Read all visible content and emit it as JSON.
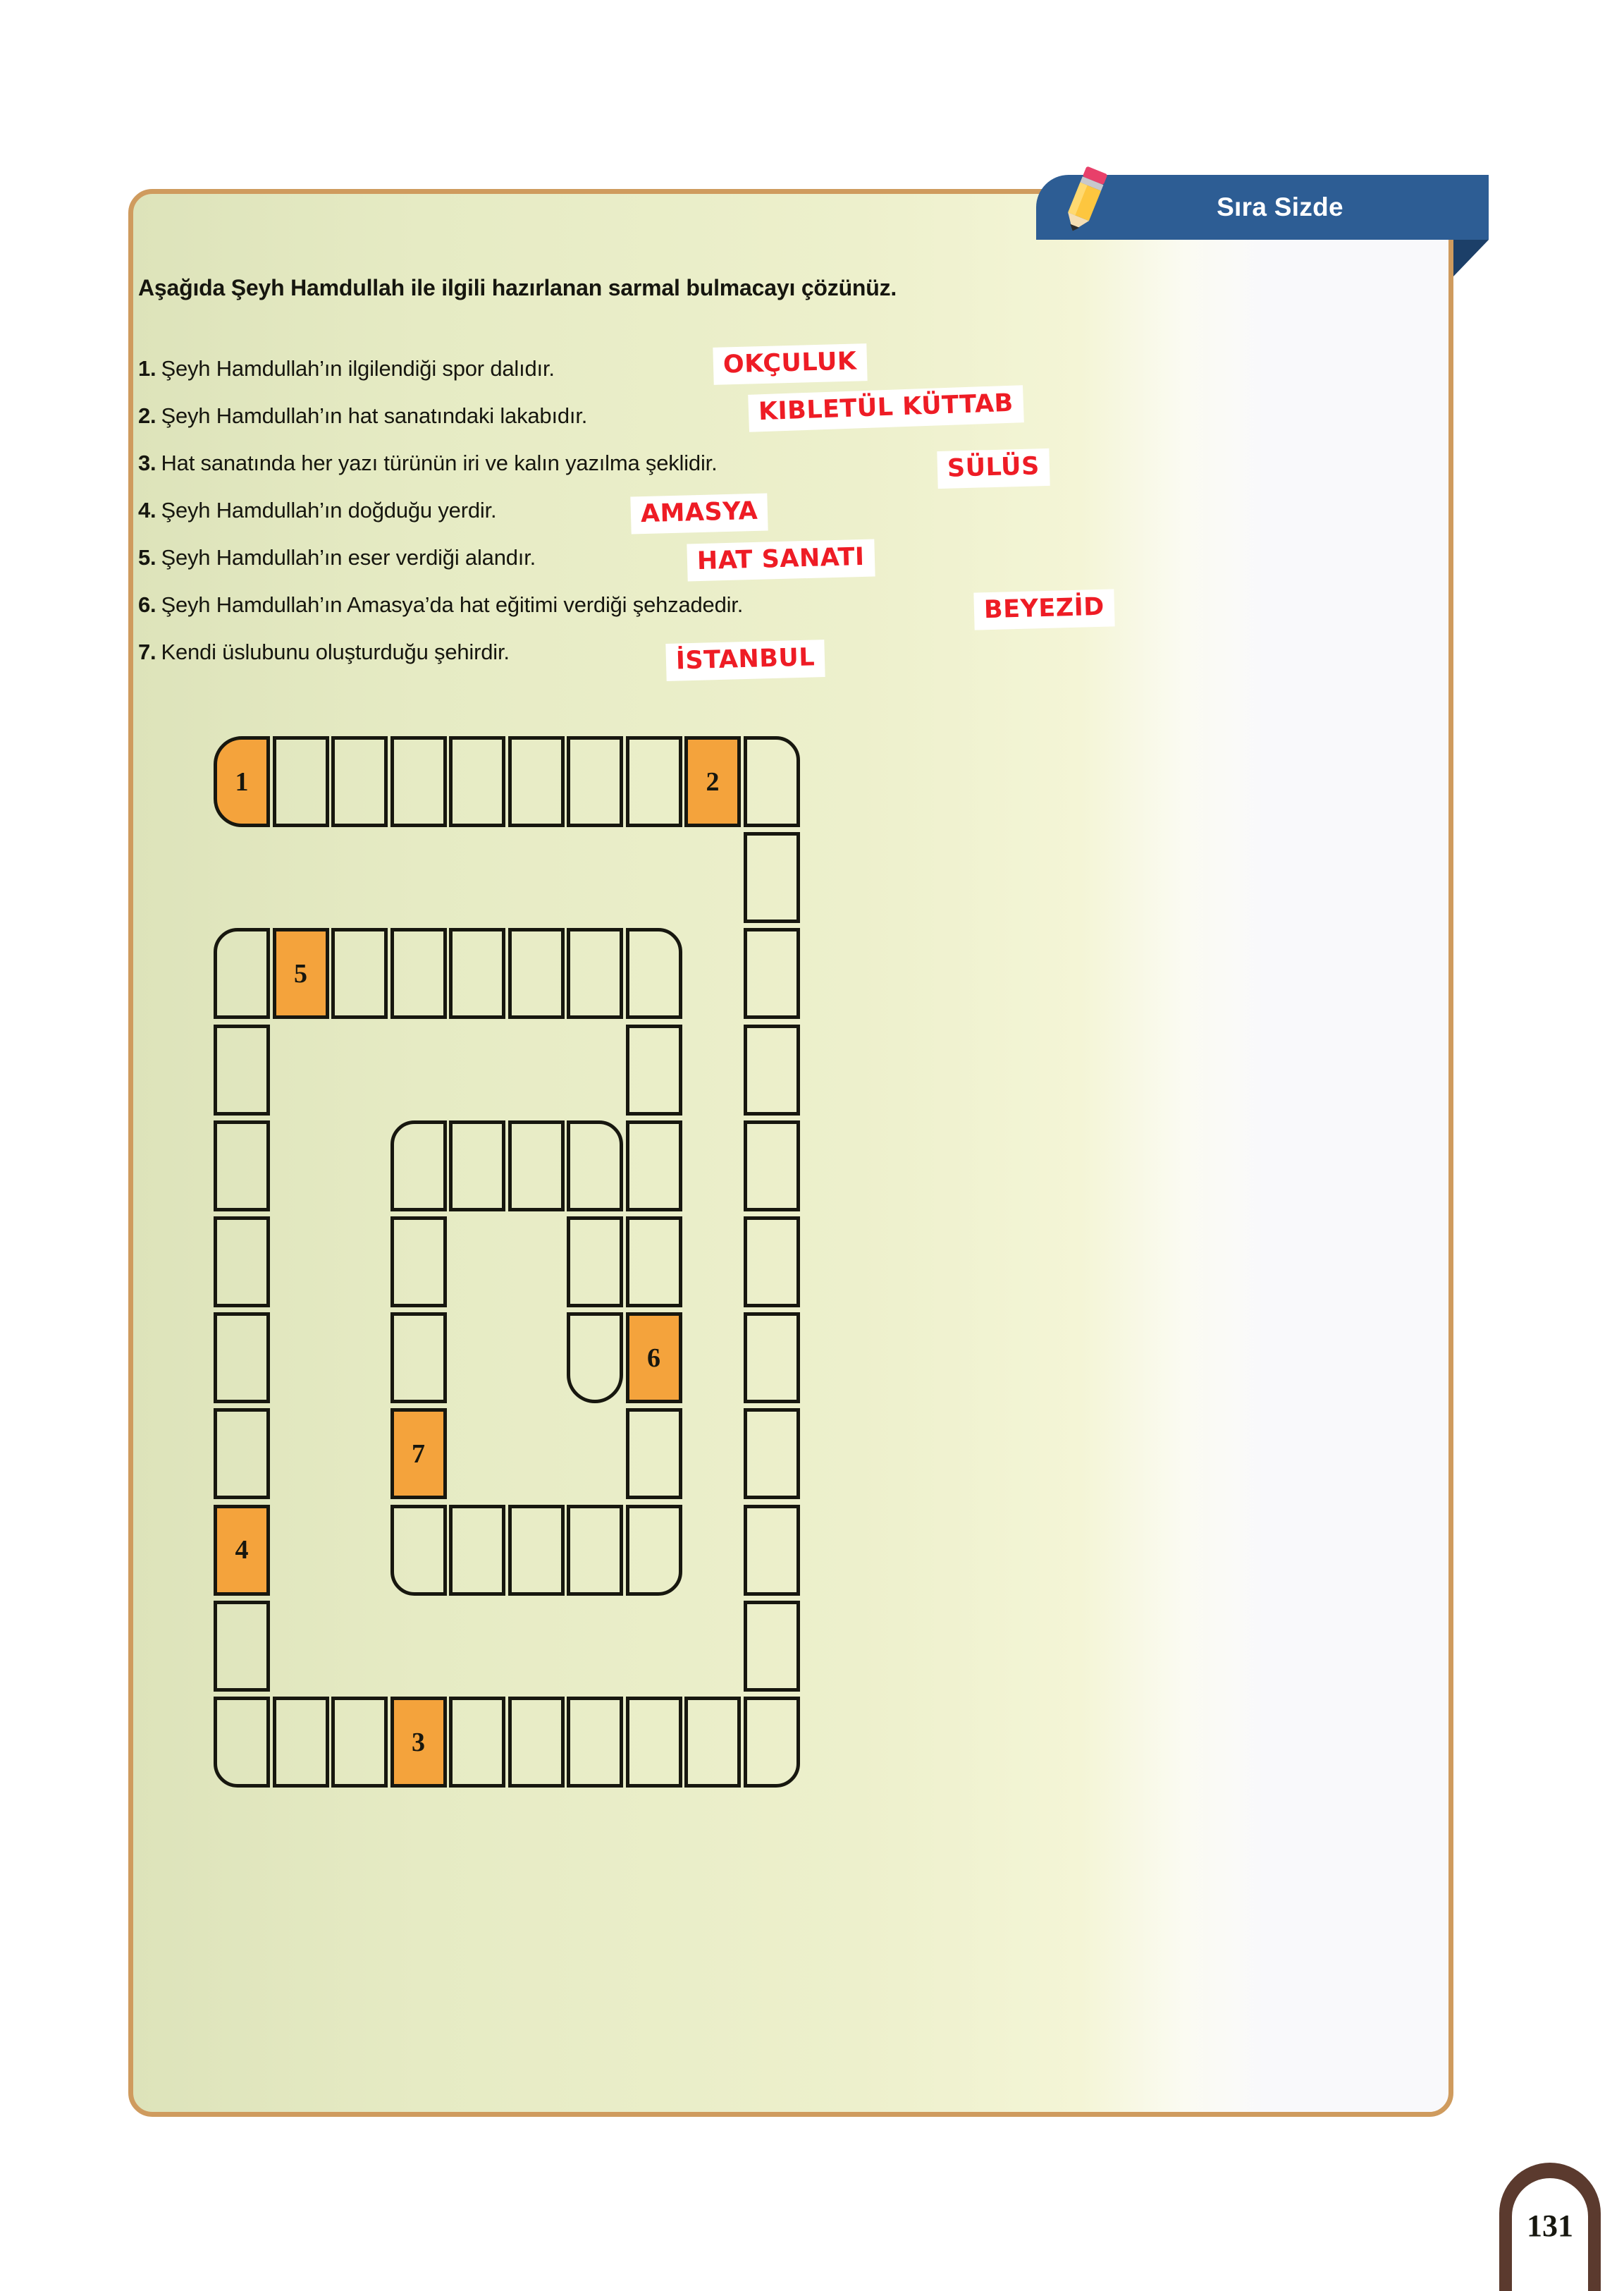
{
  "banner": {
    "title": "Sıra Sizde",
    "icon": "pencil-icon",
    "background_color": "#2d5d94",
    "fold_color": "#1c3f68"
  },
  "panel": {
    "border_color": "#cf9b5e",
    "background_color": "#e9eec6"
  },
  "prompt": "Aşağıda Şeyh Hamdullah ile ilgili hazırlanan sarmal bulmacayı çözünüz.",
  "clues": [
    {
      "num": "1.",
      "text": "Şeyh Hamdullah’ın ilgilendiği spor dalıdır.",
      "answer": "OKÇULUK"
    },
    {
      "num": "2.",
      "text": "Şeyh Hamdullah’ın hat sanatındaki lakabıdır.",
      "answer": "KIBLETÜL KÜTTAB"
    },
    {
      "num": "3.",
      "text": "Hat sanatında her yazı türünün iri ve kalın yazılma şeklidir.",
      "answer": "SÜLÜS"
    },
    {
      "num": "4.",
      "text": "Şeyh Hamdullah’ın doğduğu yerdir.",
      "answer": "AMASYA"
    },
    {
      "num": "5.",
      "text": "Şeyh Hamdullah’ın eser verdiği alandır.",
      "answer": "HAT SANATI"
    },
    {
      "num": "6.",
      "text": "Şeyh Hamdullah’ın Amasya’da hat eğitimi verdiği şehzadedir.",
      "answer": "BEYEZİD"
    },
    {
      "num": "7.",
      "text": "Kendi üslubunu oluşturduğu şehirdir.",
      "answer": "İSTANBUL"
    }
  ],
  "answer_text_color": "#ee1c25",
  "puzzle": {
    "type": "spiral-crossword",
    "filled_cell_color": "#f4a33c",
    "columns": 10,
    "rows": 11,
    "numbered_cells": [
      {
        "label": "1",
        "row": 0,
        "col": 0
      },
      {
        "label": "2",
        "row": 0,
        "col": 8
      },
      {
        "label": "5",
        "row": 2,
        "col": 1
      },
      {
        "label": "6",
        "row": 6,
        "col": 7
      },
      {
        "label": "7",
        "row": 7,
        "col": 3
      },
      {
        "label": "4",
        "row": 8,
        "col": 0
      },
      {
        "label": "3",
        "row": 10,
        "col": 3
      }
    ]
  },
  "page_number": "131"
}
